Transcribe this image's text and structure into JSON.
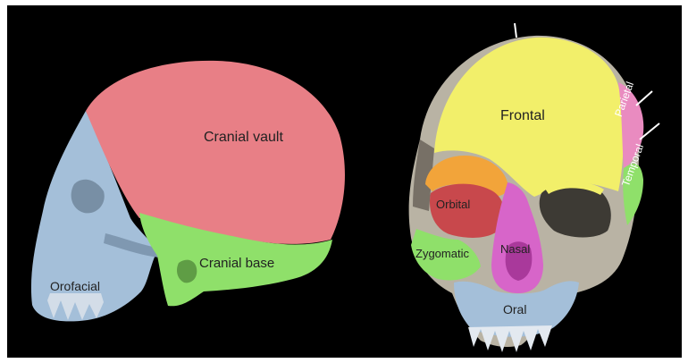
{
  "lateral_view": {
    "labels": {
      "cranial_vault": "Cranial vault",
      "cranial_base": "Cranial base",
      "orofacial": "Orofacial"
    }
  },
  "frontal_view": {
    "labels": {
      "frontal": "Frontal",
      "parietal": "Parietal",
      "temporal": "Temporal",
      "orbital": "Orbital",
      "nasal": "Nasal",
      "zygomatic": "Zygomatic",
      "oral": "Oral"
    }
  },
  "colors": {
    "background": "#000000",
    "cranial_vault": "#e87f86",
    "cranial_base": "#8fe06a",
    "orofacial": "#a4bfd9",
    "frontal": "#f2ef6a",
    "parietal": "#e98bc0",
    "temporal": "#8fe06a",
    "orbital_rim": "#f2a43a",
    "orbital": "#c8484c",
    "nasal": "#d765c9",
    "zygomatic": "#8fe06a",
    "oral": "#a4bfd9",
    "bone": "#b9b3a4"
  }
}
